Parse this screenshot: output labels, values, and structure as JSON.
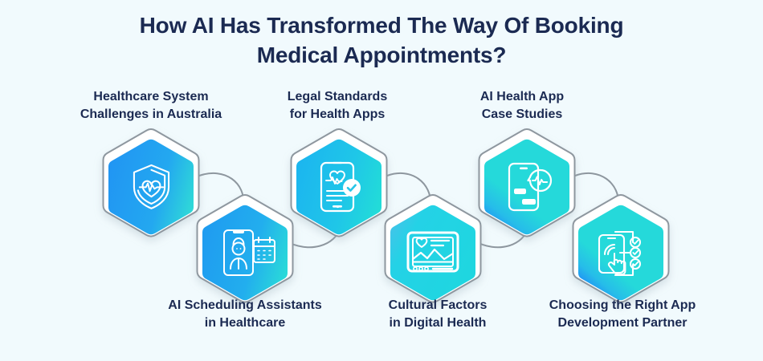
{
  "page": {
    "background_color": "#f1fafd",
    "text_color": "#1b2a52"
  },
  "header": {
    "title_line1": "How AI Has Transformed The Way Of Booking",
    "title_line2": "Medical Appointments?"
  },
  "nodes": [
    {
      "id": "healthcare-system-challenges",
      "label_line1": "Healthcare System",
      "label_line2": "Challenges in Australia",
      "icon": "shield-heartbeat-icon",
      "color_start": "#2196f3",
      "color_end": "#2fd8d8",
      "row": "top"
    },
    {
      "id": "ai-scheduling-assistants",
      "label_line1": "AI Scheduling Assistants",
      "label_line2": "in Healthcare",
      "icon": "phone-doctor-calendar-icon",
      "color_start": "#1f9cf0",
      "color_end": "#2ad9d9",
      "row": "bottom"
    },
    {
      "id": "legal-standards-health-apps",
      "label_line1": "Legal Standards",
      "label_line2": "for Health Apps",
      "icon": "phone-heartbeat-check-icon",
      "color_start": "#1cb6ef",
      "color_end": "#22dcd8",
      "row": "top"
    },
    {
      "id": "cultural-factors-digital-health",
      "label_line1": "Cultural Factors",
      "label_line2": "in Digital Health",
      "icon": "monitor-heart-chart-icon",
      "color_start": "#2ad2e4",
      "color_end": "#1fd5e0",
      "row": "bottom"
    },
    {
      "id": "ai-health-app-case-studies",
      "label_line1": "AI Health App",
      "label_line2": "Case Studies",
      "icon": "phone-pulse-chat-icon",
      "color_start": "#2196f3",
      "color_end": "#25d9da",
      "row": "top"
    },
    {
      "id": "choosing-right-app-partner",
      "label_line1": "Choosing the Right App",
      "label_line2": "Development Partner",
      "icon": "phone-tap-checklist-icon",
      "color_start": "#2196f3",
      "color_end": "#25d9da",
      "row": "bottom"
    }
  ]
}
